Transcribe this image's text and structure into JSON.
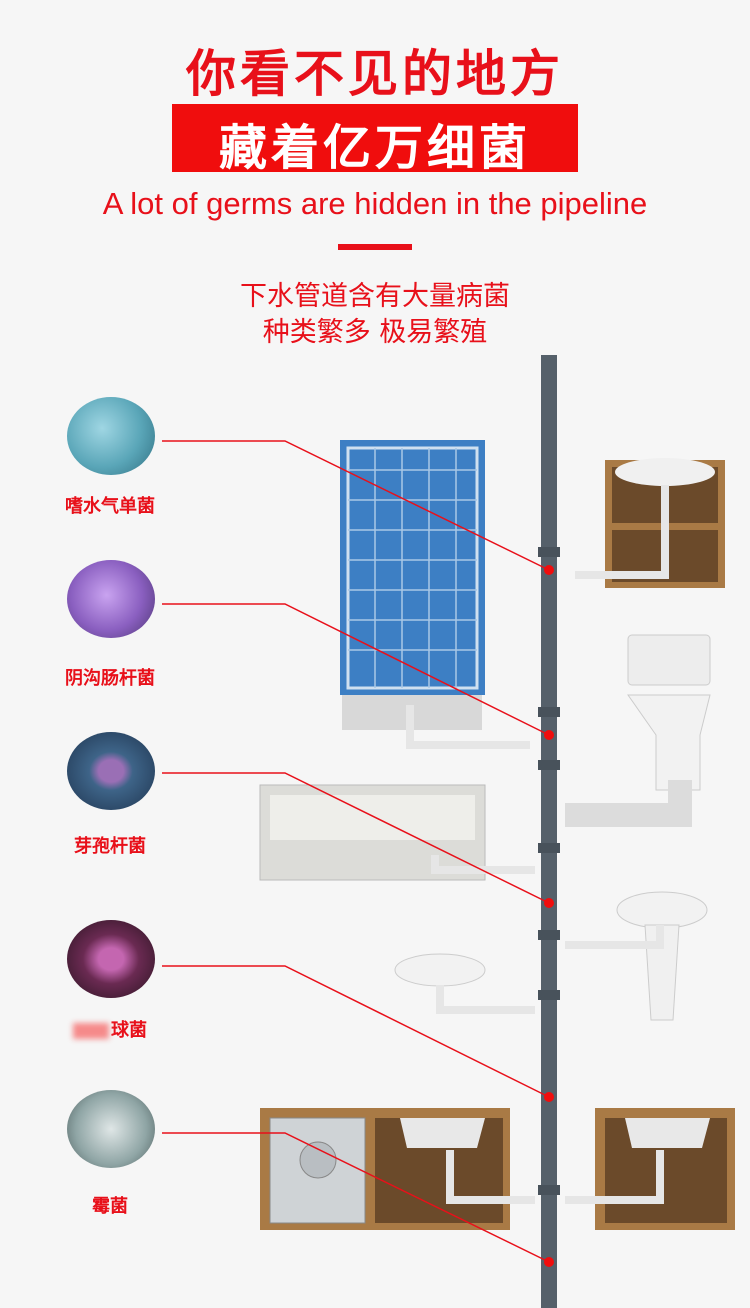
{
  "title": "你看不见的地方",
  "banner": "藏着亿万细菌",
  "subtitle_en": "A lot of germs are hidden in the pipeline",
  "desc": [
    "下水管道含有大量病菌",
    "种类繁多 极易繁殖"
  ],
  "germs": [
    {
      "label": "嗜水气单菌",
      "color": "#5aa6b8"
    },
    {
      "label": "阴沟肠杆菌",
      "color": "#8a5fc0"
    },
    {
      "label": "芽孢杆菌",
      "color": "#2c4a66"
    },
    {
      "label": "球菌",
      "color": "#6a2a52"
    },
    {
      "label": "霉菌",
      "color": "#8fa5a5"
    }
  ],
  "colors": {
    "accent": "#e8101a",
    "pipe": "#55606a"
  }
}
